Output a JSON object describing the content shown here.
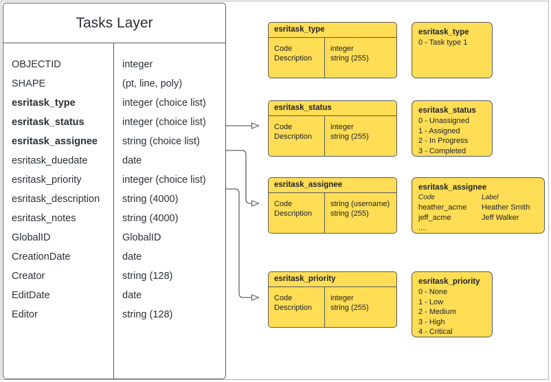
{
  "diagram": {
    "entity": {
      "title": "Tasks Layer",
      "fields": [
        {
          "name": "OBJECTID",
          "type": "integer",
          "bold": false
        },
        {
          "name": "SHAPE",
          "type": "(pt, line, poly)",
          "bold": false
        },
        {
          "name": "esritask_type",
          "type": "integer (choice list)",
          "bold": true
        },
        {
          "name": "esritask_status",
          "type": "integer (choice list)",
          "bold": true
        },
        {
          "name": "esritask_assignee",
          "type": "string (choice list)",
          "bold": true
        },
        {
          "name": "esritask_duedate",
          "type": "date",
          "bold": false
        },
        {
          "name": "esritask_priority",
          "type": "integer (choice list)",
          "bold": false
        },
        {
          "name": "esritask_description",
          "type": "string (4000)",
          "bold": false
        },
        {
          "name": "esritask_notes",
          "type": "string (4000)",
          "bold": false
        },
        {
          "name": "GlobalID",
          "type": "GlobalID",
          "bold": false
        },
        {
          "name": "CreationDate",
          "type": "date",
          "bold": false
        },
        {
          "name": "Creator",
          "type": "string (128)",
          "bold": false
        },
        {
          "name": "EditDate",
          "type": "date",
          "bold": false
        },
        {
          "name": "Editor",
          "type": "string (128)",
          "bold": false
        }
      ]
    },
    "domain_tables": [
      {
        "header": "esritask_type",
        "left_lines": [
          "Code",
          "Description"
        ],
        "right_lines": [
          "integer",
          "string (255)"
        ]
      },
      {
        "header": "esritask_status",
        "left_lines": [
          "Code",
          "Description"
        ],
        "right_lines": [
          "integer",
          "string (255)"
        ]
      },
      {
        "header": "esritask_assignee",
        "left_lines": [
          "Code",
          "Description"
        ],
        "right_lines": [
          "string  (username)",
          "string (255)"
        ]
      },
      {
        "header": "esritask_priority",
        "left_lines": [
          "Code",
          "Description"
        ],
        "right_lines": [
          "integer",
          "string (255)"
        ]
      }
    ],
    "domain_values": [
      {
        "title": "esritask_type",
        "lines": [
          "0 - Task type 1"
        ]
      },
      {
        "title": "esritask_status",
        "lines": [
          "0 - Unassigned",
          "1 - Assigned",
          "2 - In Progress",
          "3 - Completed"
        ]
      },
      {
        "title": "esritask_assignee",
        "col_headers": [
          "Code",
          "Label"
        ],
        "rows": [
          [
            "heather_acme",
            "Heather Smith"
          ],
          [
            "jeff_acme",
            "Jeff Walker"
          ],
          [
            "....",
            ""
          ]
        ]
      },
      {
        "title": "esritask_priority",
        "lines": [
          "0 - None",
          "1 - Low",
          "2 - Medium",
          "3 - High",
          "4 - Critical"
        ]
      }
    ],
    "colors": {
      "domain_fill": "#ffdd55",
      "stroke": "#555a60",
      "entity_stroke": "#4f5b66",
      "text": "#20242a",
      "frame": "#b3b3b3"
    }
  }
}
